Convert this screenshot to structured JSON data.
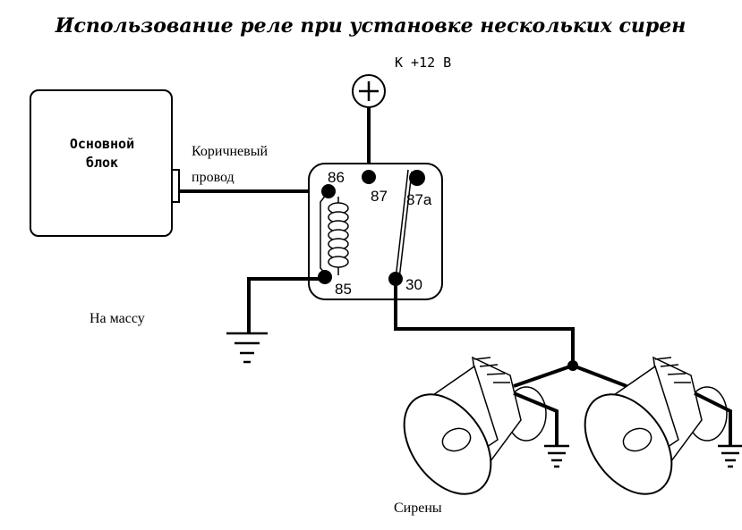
{
  "title": "Использование реле при установке нескольких сирен",
  "power_label": "К +12 В",
  "main_unit": {
    "line1": "Основной",
    "line2": "блок"
  },
  "wire_label": {
    "line1": "Коричневый",
    "line2": "провод"
  },
  "relay_pins": {
    "p86": "86",
    "p87": "87",
    "p87a": "87a",
    "p85": "85",
    "p30": "30"
  },
  "ground_label": "На массу",
  "sirens_label": "Сирены",
  "icons": [
    "plus-terminal-icon",
    "ground-symbol-icon",
    "siren-horn-icon",
    "relay-coil-icon"
  ]
}
